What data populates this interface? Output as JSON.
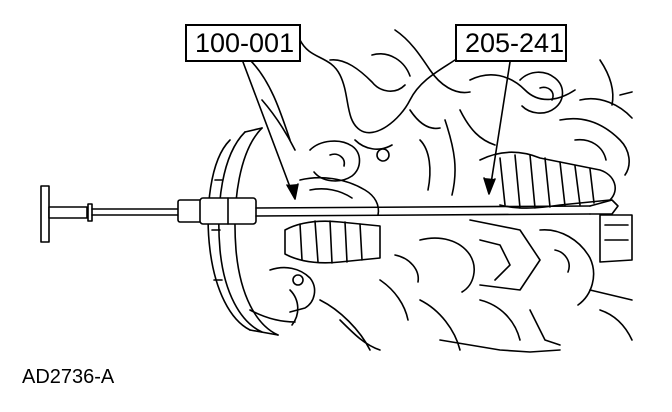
{
  "callouts": {
    "left_tool": "100-001",
    "right_tool": "205-241"
  },
  "figure_id": "AD2736-A",
  "colors": {
    "ink": "#000000",
    "paper": "#ffffff"
  }
}
